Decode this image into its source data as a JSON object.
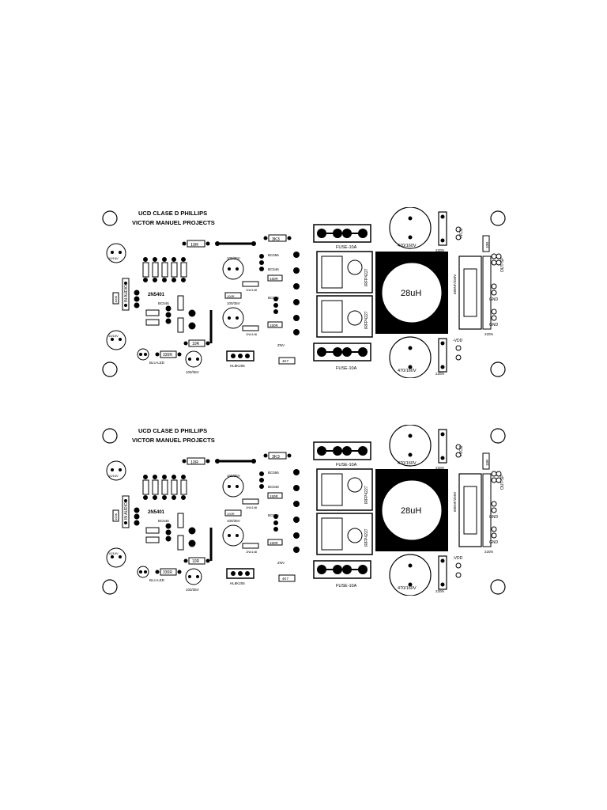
{
  "boards": [
    {
      "title": "UCD CLASE D PHILLIPS",
      "subtitle": "VICTOR MANUEL PROJECTS",
      "parts": {
        "r_10r_top": "10R",
        "r_3k3": "3K3",
        "d_top": "1N4148",
        "q_bc556": "BC556",
        "r_150r_top": "150R",
        "q_bc546": "BC546",
        "q_bc556_b": "BC556",
        "r_150r_bot": "150R",
        "d_bot": "1N4148",
        "z_15v": "ZNV",
        "r_4k7": "4K7",
        "u_hlr": "HL8K205",
        "cap_100_35_a": "100/35V",
        "cap_100_35_b": "100/35V",
        "cap_100_35_c": "100/35V",
        "cap_10_16_a": "10/16V",
        "cap_10_16_b": "10/16V",
        "r_100k": "100K",
        "in_audio": "IN AUDIO",
        "q_2n5401": "2N5401",
        "q_bc546_in": "BC546",
        "led": "BLU-LED",
        "r_330r": "330R",
        "r_10r_mid": "10R",
        "r_100r": "100R",
        "fuse_top": "FUSE-10A",
        "fuse_bot": "FUSE-10A",
        "mosfet_top": "IRFP4227",
        "mosfet_bot": "IRFP4227",
        "inductor": "28uH",
        "cap_470_top": "470/160V",
        "cap_470_bot": "470/160V",
        "r_220n_top": "220N",
        "r_220n_bot": "220N",
        "r_220n_right": "220N",
        "film_cap": "680NF/250V",
        "vcc": "+VCC",
        "vdd": "-VDD",
        "out_sp": "OUT-SP",
        "gnd_a": "GND",
        "gnd_b": "GND",
        "r_10r_right": "10R"
      }
    },
    {
      "title": "UCD CLASE D PHILLIPS",
      "subtitle": "VICTOR MANUEL PROJECTS",
      "parts": {
        "r_10r_top": "10R",
        "r_3k3": "3K3",
        "d_top": "1N4148",
        "q_bc556": "BC556",
        "r_150r_top": "150R",
        "q_bc546": "BC546",
        "q_bc556_b": "BC556",
        "r_150r_bot": "150R",
        "d_bot": "1N4148",
        "z_15v": "ZNV",
        "r_4k7": "4K7",
        "u_hlr": "HL8K205",
        "cap_100_35_a": "100/35V",
        "cap_100_35_b": "100/35V",
        "cap_100_35_c": "100/35V",
        "cap_10_16_a": "10/16V",
        "cap_10_16_b": "10/16V",
        "r_100k": "100K",
        "in_audio": "IN AUDIO",
        "q_2n5401": "2N5401",
        "q_bc546_in": "BC546",
        "led": "BLU-LED",
        "r_330r": "330R",
        "r_10r_mid": "10R",
        "r_100r": "100R",
        "fuse_top": "FUSE-10A",
        "fuse_bot": "FUSE-10A",
        "mosfet_top": "IRFP4227",
        "mosfet_bot": "IRFP4227",
        "inductor": "28uH",
        "cap_470_top": "470/160V",
        "cap_470_bot": "470/160V",
        "r_220n_top": "220N",
        "r_220n_bot": "220N",
        "r_220n_right": "220N",
        "film_cap": "680NF/250V",
        "vcc": "+VCC",
        "vdd": "-VDD",
        "out_sp": "OUT-SP",
        "gnd_a": "GND",
        "gnd_b": "GND",
        "r_10r_right": "10R"
      }
    }
  ]
}
